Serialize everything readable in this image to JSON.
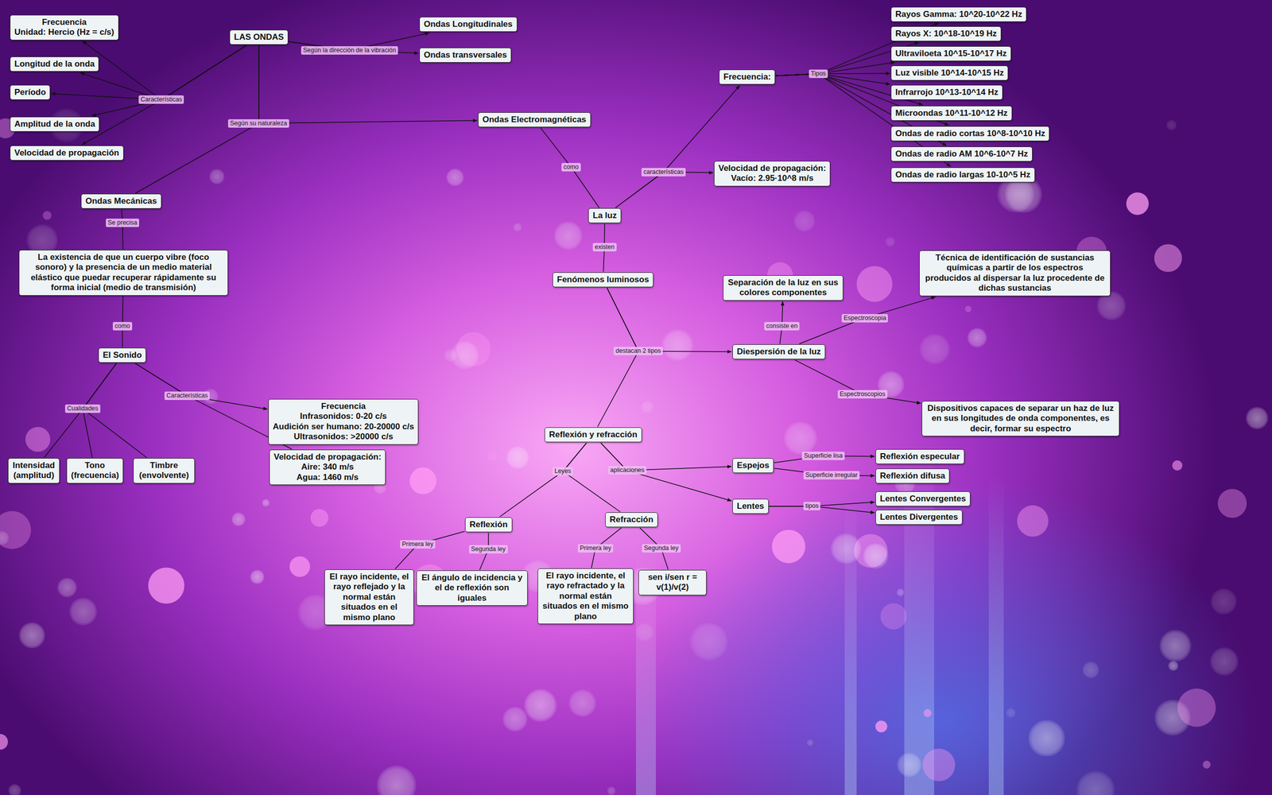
{
  "diagram": {
    "nodes": [
      {
        "text": [
          "LAS ONDAS"
        ]
      },
      {
        "text": [
          "Frecuencia",
          "Unidad: Hercio (Hz = c/s)"
        ]
      },
      {
        "text": [
          "Longitud de la onda"
        ]
      },
      {
        "text": [
          "Período"
        ]
      },
      {
        "text": [
          "Amplitud de la onda"
        ]
      },
      {
        "text": [
          "Velocidad de propagación"
        ]
      },
      {
        "text": [
          "Ondas Longitudinales"
        ]
      },
      {
        "text": [
          "Ondas transversales"
        ]
      },
      {
        "text": [
          "Ondas Electromagnéticas"
        ]
      },
      {
        "text": [
          "Ondas Mecánicas"
        ]
      },
      {
        "text": [
          "La existencia de que un cuerpo vibre (foco sonoro) y la presencia de un medio material elástico que puedar recuperar rápidamente su forma inicial (medio de transmisión)"
        ]
      },
      {
        "text": [
          "El Sonido"
        ]
      },
      {
        "text": [
          "Frecuencia",
          "Infrasonidos: 0-20 c/s",
          "Audición ser humano: 20-20000 c/s",
          "Ultrasonidos: >20000 c/s"
        ]
      },
      {
        "text": [
          "Velocidad de propagación:",
          "Aire: 340 m/s",
          "Agua: 1460 m/s"
        ]
      },
      {
        "text": [
          "Intensidad (amplitud)"
        ]
      },
      {
        "text": [
          "Tono (frecuencia)"
        ]
      },
      {
        "text": [
          "Timbre (envolvente)"
        ]
      },
      {
        "text": [
          "La luz"
        ]
      },
      {
        "text": [
          "Frecuencia:"
        ]
      },
      {
        "text": [
          "Rayos Gamma: 10^20-10^22 Hz"
        ]
      },
      {
        "text": [
          "Rayos X: 10^18-10^19 Hz"
        ]
      },
      {
        "text": [
          "Ultraviloeta 10^15-10^17 Hz"
        ]
      },
      {
        "text": [
          "Luz visible 10^14-10^15 Hz"
        ]
      },
      {
        "text": [
          "Infrarrojo 10^13-10^14 Hz"
        ]
      },
      {
        "text": [
          "Microondas 10^11-10^12 Hz"
        ]
      },
      {
        "text": [
          "Ondas de radio cortas 10^8-10^10 Hz"
        ]
      },
      {
        "text": [
          "Ondas de radio AM 10^6-10^7 Hz"
        ]
      },
      {
        "text": [
          "Ondas de radio largas 10-10^5 Hz"
        ]
      },
      {
        "text": [
          "Velocidad de propagación:",
          "Vacío: 2.95·10^8 m/s"
        ]
      },
      {
        "text": [
          "Fenómenos luminosos"
        ]
      },
      {
        "text": [
          "Diespersión de la luz"
        ]
      },
      {
        "text": [
          "Separación de la luz en sus colores componentes"
        ]
      },
      {
        "text": [
          "Técnica de identificación de sustancias químicas a partir de los espectros producidos al dispersar la luz procedente de dichas sustancias"
        ]
      },
      {
        "text": [
          "Dispositivos capaces de separar un haz de luz en sus longitudes de onda componentes, es decir, formar su espectro"
        ]
      },
      {
        "text": [
          "Reflexión y refracción"
        ]
      },
      {
        "text": [
          "Reflexión"
        ]
      },
      {
        "text": [
          "Refracción"
        ]
      },
      {
        "text": [
          "El rayo incidente, el rayo reflejado y la normal están situados en el mismo plano"
        ]
      },
      {
        "text": [
          "El ángulo de incidencia y el de reflexión son iguales"
        ]
      },
      {
        "text": [
          "El rayo incidente, el rayo refractado y la normal están situados en el mismo plano"
        ]
      },
      {
        "text": [
          "sen i/sen r = v(1)/v(2)"
        ]
      },
      {
        "text": [
          "Espejos"
        ]
      },
      {
        "text": [
          "Lentes"
        ]
      },
      {
        "text": [
          "Reflexión especular"
        ]
      },
      {
        "text": [
          "Reflexión difusa"
        ]
      },
      {
        "text": [
          "Lentes Convergentes"
        ]
      },
      {
        "text": [
          "Lentes Divergentes"
        ]
      }
    ],
    "edges": [
      {
        "from": 0,
        "to": 1,
        "label": "Características",
        "arrow": "to"
      },
      {
        "from": 0,
        "to": 2,
        "arrow": "to"
      },
      {
        "from": 0,
        "to": 3,
        "arrow": "to"
      },
      {
        "from": 0,
        "to": 4,
        "arrow": "to"
      },
      {
        "from": 0,
        "to": 5,
        "arrow": "to"
      },
      {
        "from": 0,
        "to": 6,
        "label": "Según la dirección de la vibración",
        "arrow": "to"
      },
      {
        "from": 0,
        "to": 7,
        "arrow": "to"
      },
      {
        "from": 0,
        "to": 8,
        "label": "Según su naturaleza",
        "arrow": "to"
      },
      {
        "from": 0,
        "to": 9,
        "arrow": "none"
      },
      {
        "from": 9,
        "to": 10,
        "label": "Se precisa",
        "arrow": "none"
      },
      {
        "from": 10,
        "to": 11,
        "label": "como",
        "arrow": "none"
      },
      {
        "from": 11,
        "to": 12,
        "label": "Características",
        "arrow": "to"
      },
      {
        "from": 11,
        "to": 13,
        "arrow": "none"
      },
      {
        "from": 11,
        "to": 14,
        "label": "Cualidades",
        "arrow": "none"
      },
      {
        "from": 11,
        "to": 15,
        "arrow": "none"
      },
      {
        "from": 11,
        "to": 16,
        "arrow": "none"
      },
      {
        "from": 8,
        "to": 17,
        "label": "como",
        "arrow": "none"
      },
      {
        "from": 17,
        "to": 18,
        "label": "características",
        "arrow": "to"
      },
      {
        "from": 17,
        "to": 28,
        "arrow": "to"
      },
      {
        "from": 18,
        "to": 19,
        "label": "Tipos",
        "arrow": "to"
      },
      {
        "from": 18,
        "to": 20,
        "arrow": "to"
      },
      {
        "from": 18,
        "to": 21,
        "arrow": "to"
      },
      {
        "from": 18,
        "to": 22,
        "arrow": "to"
      },
      {
        "from": 18,
        "to": 23,
        "arrow": "to"
      },
      {
        "from": 18,
        "to": 24,
        "arrow": "to"
      },
      {
        "from": 18,
        "to": 25,
        "arrow": "to"
      },
      {
        "from": 18,
        "to": 26,
        "arrow": "to"
      },
      {
        "from": 18,
        "to": 27,
        "arrow": "to"
      },
      {
        "from": 17,
        "to": 29,
        "label": "existen",
        "arrow": "none"
      },
      {
        "from": 29,
        "to": 30,
        "label": "destacan 2 tipos",
        "arrow": "to"
      },
      {
        "from": 29,
        "to": 34,
        "arrow": "none"
      },
      {
        "from": 30,
        "to": 31,
        "label": "consiste en",
        "arrow": "to"
      },
      {
        "from": 30,
        "to": 32,
        "label": "Espectroscopia",
        "arrow": "to"
      },
      {
        "from": 30,
        "to": 33,
        "label": "Espectroscopios",
        "arrow": "to"
      },
      {
        "from": 34,
        "to": 35,
        "label": "Leyes",
        "arrow": "none"
      },
      {
        "from": 34,
        "to": 36,
        "arrow": "none"
      },
      {
        "from": 34,
        "to": 41,
        "label": "aplicaciones",
        "arrow": "to"
      },
      {
        "from": 34,
        "to": 42,
        "arrow": "to"
      },
      {
        "from": 35,
        "to": 37,
        "label": "Primera ley",
        "arrow": "none"
      },
      {
        "from": 35,
        "to": 38,
        "label": "Segunda ley",
        "arrow": "none"
      },
      {
        "from": 36,
        "to": 39,
        "label": "Primera ley",
        "arrow": "none"
      },
      {
        "from": 36,
        "to": 40,
        "label": "Segunda ley",
        "arrow": "none"
      },
      {
        "from": 41,
        "to": 43,
        "label": "Superficie lisa",
        "arrow": "to"
      },
      {
        "from": 41,
        "to": 44,
        "label": "Superficie irregular",
        "arrow": "to"
      },
      {
        "from": 42,
        "to": 45,
        "label": "tipos",
        "arrow": "to"
      },
      {
        "from": 42,
        "to": 46,
        "arrow": "to"
      }
    ]
  }
}
